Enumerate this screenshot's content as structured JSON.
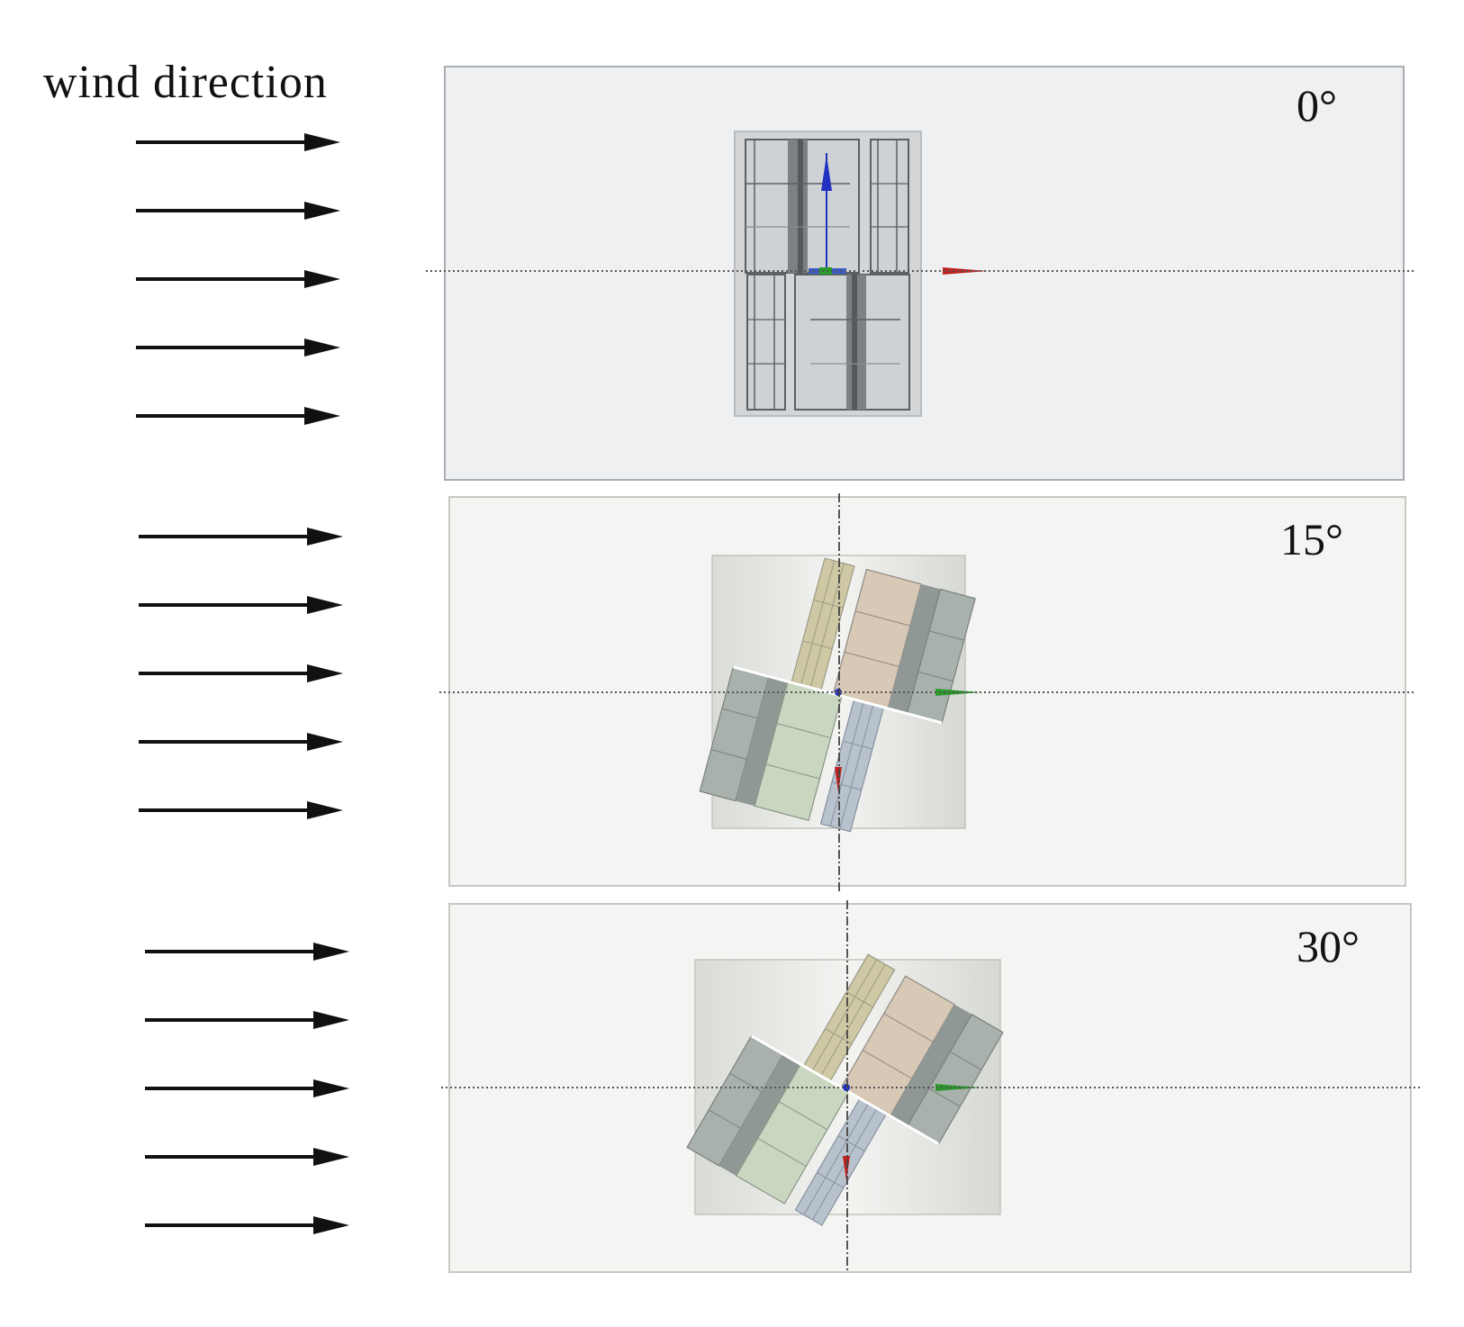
{
  "figure": {
    "label": "wind direction",
    "panels": [
      {
        "angle": "0°",
        "angle_deg": 0
      },
      {
        "angle": "15°",
        "angle_deg": 15
      },
      {
        "angle": "30°",
        "angle_deg": 30
      }
    ]
  },
  "colors": {
    "arrow": "#111111",
    "axis_red": "#c02020",
    "axis_green": "#2a9a2a",
    "axis_blue": "#2030c0",
    "deck_tan": "#cfc8a4",
    "deck_pink": "#d8c8b6",
    "deck_grey": "#a9b1ac",
    "deck_green": "#c9d6c0",
    "deck_blue": "#b8c2cd"
  }
}
